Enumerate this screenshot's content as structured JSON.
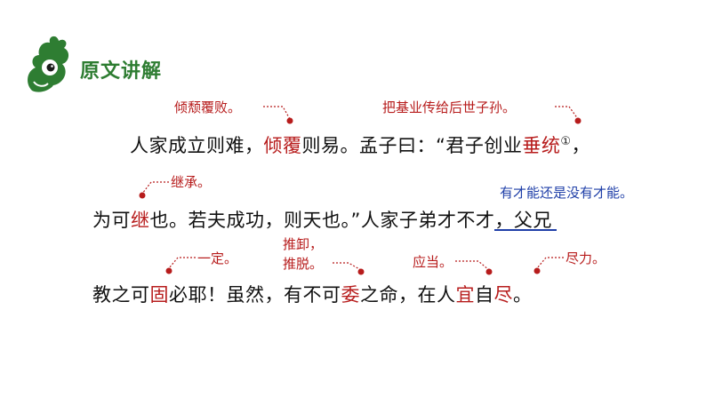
{
  "header": {
    "section_title": "原文讲解",
    "logo_icon": "green-squirrel-logo-icon"
  },
  "colors": {
    "accent_green": "#2e7d32",
    "highlight_red": "#b71c1c",
    "annotation_blue": "#1f3fa8"
  },
  "text": {
    "line1": {
      "p1": "人家成立则难，",
      "hl1": "倾覆",
      "p2": "则易。孟子曰：“君子创业",
      "hl2": "垂统",
      "sup": "①",
      "p3": "，"
    },
    "line2": {
      "p1": "为可",
      "hl1": "继",
      "p2": "也。若夫成功，则天也。”人家子弟",
      "ul": "才不才",
      "p3": "，父兄"
    },
    "line3": {
      "p1": "教之可",
      "hl1": "固",
      "p2": "必耶！虽然，有不可",
      "hl2": "委",
      "p3": "之命，在人",
      "hl3": "宜",
      "p4": "自",
      "hl4": "尽",
      "p5": "。"
    }
  },
  "annotations": {
    "qingfu": "倾颓覆败。",
    "chuitong": "把基业传给后世子孙。",
    "ji": "继承。",
    "caibucai": "有才能还是没有才能。",
    "gu": "一定。",
    "wei_line1": "推卸，",
    "wei_line2": "推脱。",
    "yi": "应当。",
    "jin": "尽力。"
  }
}
